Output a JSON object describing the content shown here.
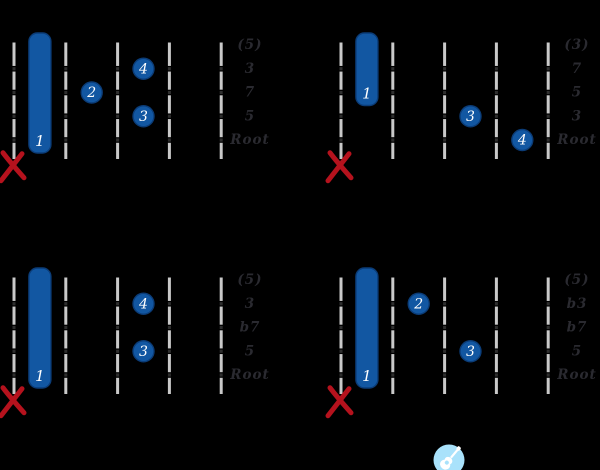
{
  "page": {
    "background": "#000000"
  },
  "colors": {
    "finger_blue": "#1257a2",
    "finger_border": "#0b3c77",
    "fret_line": "#c9c9c9",
    "string_notch": "#2e2e2e",
    "label_text": "#2a2a30",
    "mute_x": "#b5121d",
    "number_text": "#ffffff",
    "badge_bg": "#a9e2fb",
    "badge_glyph": "#ffffff"
  },
  "diagrams": [
    {
      "name": "top-left",
      "interval_labels": [
        "(5)",
        "3",
        "7",
        "5",
        "Root"
      ],
      "barre": {
        "finger": "1",
        "fret_space": 1,
        "row_from": 0,
        "row_to": 4
      },
      "fingers": [
        {
          "finger": "4",
          "fret_space": 3,
          "row": 1
        },
        {
          "finger": "2",
          "fret_space": 2,
          "row": 2
        },
        {
          "finger": "3",
          "fret_space": 3,
          "row": 3
        }
      ],
      "mute_marker": "x"
    },
    {
      "name": "top-right",
      "interval_labels": [
        "(3)",
        "7",
        "5",
        "3",
        "Root"
      ],
      "barre": {
        "finger": "1",
        "fret_space": 1,
        "row_from": 0,
        "row_to": 2
      },
      "fingers": [
        {
          "finger": "3",
          "fret_space": 3,
          "row": 3
        },
        {
          "finger": "4",
          "fret_space": 4,
          "row": 4
        }
      ],
      "mute_marker": "x"
    },
    {
      "name": "bottom-left",
      "interval_labels": [
        "(5)",
        "3",
        "b7",
        "5",
        "Root"
      ],
      "barre": {
        "finger": "1",
        "fret_space": 1,
        "row_from": 0,
        "row_to": 4
      },
      "fingers": [
        {
          "finger": "4",
          "fret_space": 3,
          "row": 1
        },
        {
          "finger": "3",
          "fret_space": 3,
          "row": 3
        }
      ],
      "mute_marker": "x"
    },
    {
      "name": "bottom-right",
      "interval_labels": [
        "(5)",
        "b3",
        "b7",
        "5",
        "Root"
      ],
      "barre": {
        "finger": "1",
        "fret_space": 1,
        "row_from": 0,
        "row_to": 4
      },
      "fingers": [
        {
          "finger": "2",
          "fret_space": 2,
          "row": 1
        },
        {
          "finger": "3",
          "fret_space": 3,
          "row": 3
        }
      ],
      "mute_marker": "x"
    }
  ],
  "badge": {
    "icon": "guitar-icon"
  }
}
